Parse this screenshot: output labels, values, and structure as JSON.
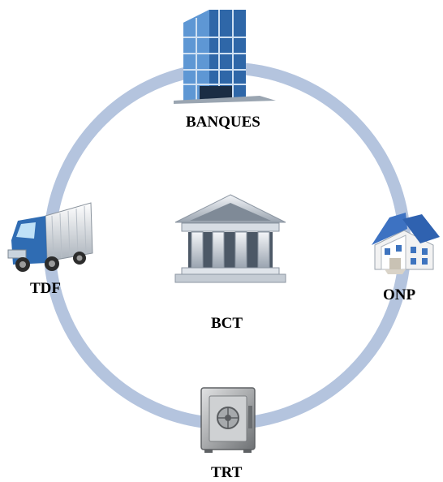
{
  "diagram": {
    "ring_color": "#b4c4de",
    "center": {
      "label": "BCT",
      "icon": "bank-building-icon"
    },
    "nodes": [
      {
        "label": "BANQUES",
        "icon": "office-building-icon"
      },
      {
        "label": "TDF",
        "icon": "delivery-truck-icon"
      },
      {
        "label": "ONP",
        "icon": "house-icon"
      },
      {
        "label": "TRT",
        "icon": "safe-icon"
      }
    ]
  }
}
